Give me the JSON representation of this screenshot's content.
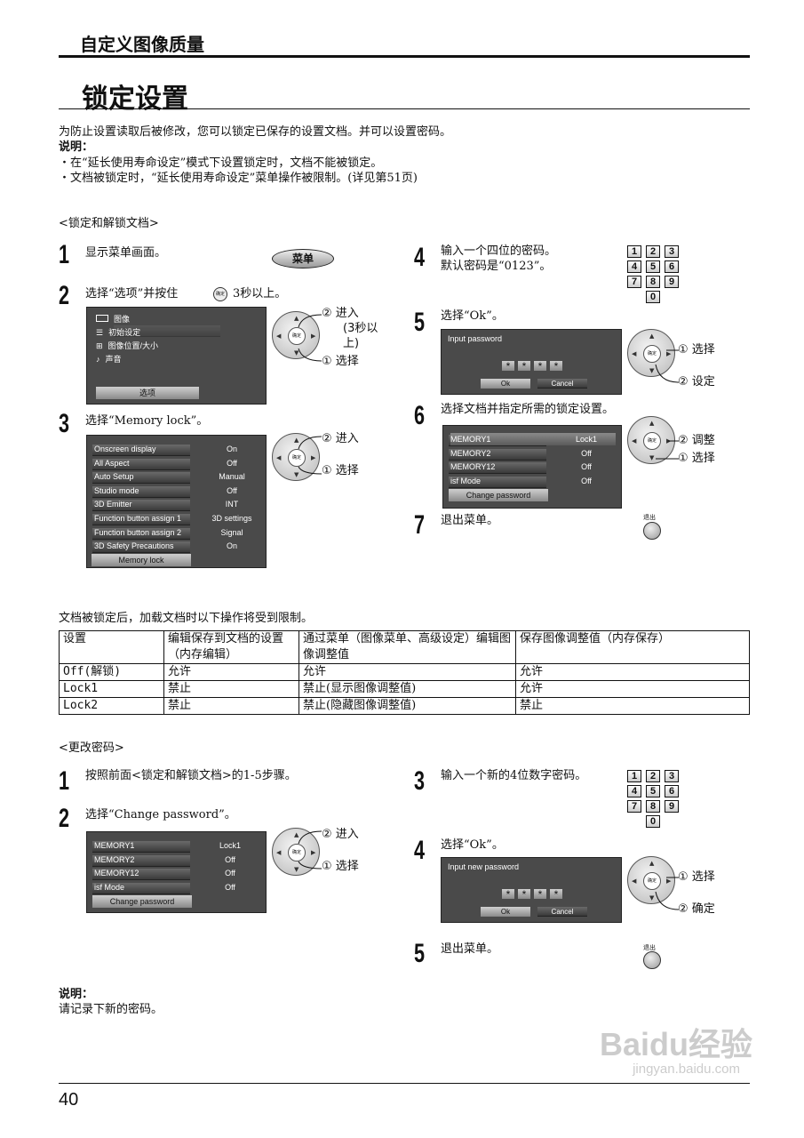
{
  "header": {
    "section_title": "自定义图像质量",
    "page_title": "锁定设置"
  },
  "intro": {
    "line1": "为防止设置读取后被修改，您可以锁定已保存的设置文档。并可以设置密码。",
    "note_label": "说明：",
    "note1": "・在“延长使用寿命设定”模式下设置锁定时，文档不能被锁定。",
    "note2": "・文档被锁定时，“延长使用寿命设定”菜单操作被限制。(详见第51页)"
  },
  "lock_section": {
    "heading": "<锁定和解锁文档>",
    "steps": [
      {
        "num": "1",
        "text": "显示菜单画面。"
      },
      {
        "num": "2",
        "text": "选择“选项”并按住",
        "text_after": "3秒以上。"
      },
      {
        "num": "3",
        "text": "选择“Memory lock”。"
      },
      {
        "num": "4",
        "text": "输入一个四位的密码。",
        "text2": "默认密码是“0123”。"
      },
      {
        "num": "5",
        "text": "选择“Ok”。"
      },
      {
        "num": "6",
        "text": "选择文档并指定所需的锁定设置。"
      },
      {
        "num": "7",
        "text": "退出菜单。"
      }
    ],
    "menu_button_label": "菜单",
    "enter_button_label": "确定",
    "main_menu": {
      "items": [
        "图像",
        "初始设定",
        "图像位置/大小",
        "声音"
      ],
      "selected": "选项"
    },
    "options_menu": {
      "rows": [
        {
          "label": "Onscreen display",
          "value": "On"
        },
        {
          "label": "All Aspect",
          "value": "Off"
        },
        {
          "label": "Auto Setup",
          "value": "Manual"
        },
        {
          "label": "Studio mode",
          "value": "Off"
        },
        {
          "label": "3D Emitter",
          "value": "INT"
        },
        {
          "label": "Function button assign 1",
          "value": "3D settings"
        },
        {
          "label": "Function button assign 2",
          "value": "Signal"
        },
        {
          "label": "3D Safety Precautions",
          "value": "On"
        }
      ],
      "selected": "Memory lock"
    },
    "callouts_step2": {
      "enter": "② 进入",
      "enter_note1": "(3秒以",
      "enter_note2": "上)",
      "select": "① 选择"
    },
    "callouts_step3": {
      "enter": "② 进入",
      "select": "① 选择"
    },
    "password_dialog": {
      "title": "Input password",
      "masked": [
        "*",
        "*",
        "*",
        "*"
      ],
      "ok": "Ok",
      "cancel": "Cancel"
    },
    "callouts_step5": {
      "select": "① 选择",
      "set": "② 设定"
    },
    "memory_menu": {
      "rows": [
        {
          "label": "MEMORY1",
          "value": "Lock1"
        },
        {
          "label": "MEMORY2",
          "value": "Off"
        },
        {
          "label": "MEMORY12",
          "value": "Off"
        },
        {
          "label": "isf Mode",
          "value": "Off"
        }
      ],
      "button": "Change password"
    },
    "callouts_step6": {
      "adjust": "② 调整",
      "select": "① 选择"
    },
    "keypad": [
      "1",
      "2",
      "3",
      "4",
      "5",
      "6",
      "7",
      "8",
      "9",
      "0"
    ],
    "exit_label": "退出"
  },
  "restriction": {
    "intro": "文档被锁定后，加载文档时以下操作将受到限制。",
    "header": [
      "设置",
      "编辑保存到文档的设置（内存编辑）",
      "通过菜单（图像菜单、高级设定）编辑图像调整值",
      "保存图像调整值（内存保存）"
    ],
    "rows": [
      [
        "Off(解锁)",
        "允许",
        "允许",
        "允许"
      ],
      [
        "Lock1",
        "禁止",
        "禁止(显示图像调整值)",
        "允许"
      ],
      [
        "Lock2",
        "禁止",
        "禁止(隐藏图像调整值)",
        "禁止"
      ]
    ]
  },
  "change_section": {
    "heading": "<更改密码>",
    "steps": [
      {
        "num": "1",
        "text": "按照前面<锁定和解锁文档>的1-5步骤。"
      },
      {
        "num": "2",
        "text": "选择“Change password”。"
      },
      {
        "num": "3",
        "text": "输入一个新的4位数字密码。"
      },
      {
        "num": "4",
        "text": "选择“Ok”。"
      },
      {
        "num": "5",
        "text": "退出菜单。"
      }
    ],
    "memory_menu": {
      "rows": [
        {
          "label": "MEMORY1",
          "value": "Lock1"
        },
        {
          "label": "MEMORY2",
          "value": "Off"
        },
        {
          "label": "MEMORY12",
          "value": "Off"
        },
        {
          "label": "isf Mode",
          "value": "Off"
        }
      ],
      "button": "Change password"
    },
    "callouts_step2": {
      "enter": "② 进入",
      "select": "① 选择"
    },
    "new_password_dialog": {
      "title": "Input new password",
      "masked": [
        "*",
        "*",
        "*",
        "*"
      ],
      "ok": "Ok",
      "cancel": "Cancel"
    },
    "callouts_step4": {
      "select": "① 选择",
      "confirm": "② 确定"
    },
    "exit_label": "退出"
  },
  "footer_note": {
    "label": "说明：",
    "text": "请记录下新的密码。"
  },
  "page_number": "40",
  "watermark": {
    "main": "Baidu经验",
    "sub": "jingyan.baidu.com"
  }
}
